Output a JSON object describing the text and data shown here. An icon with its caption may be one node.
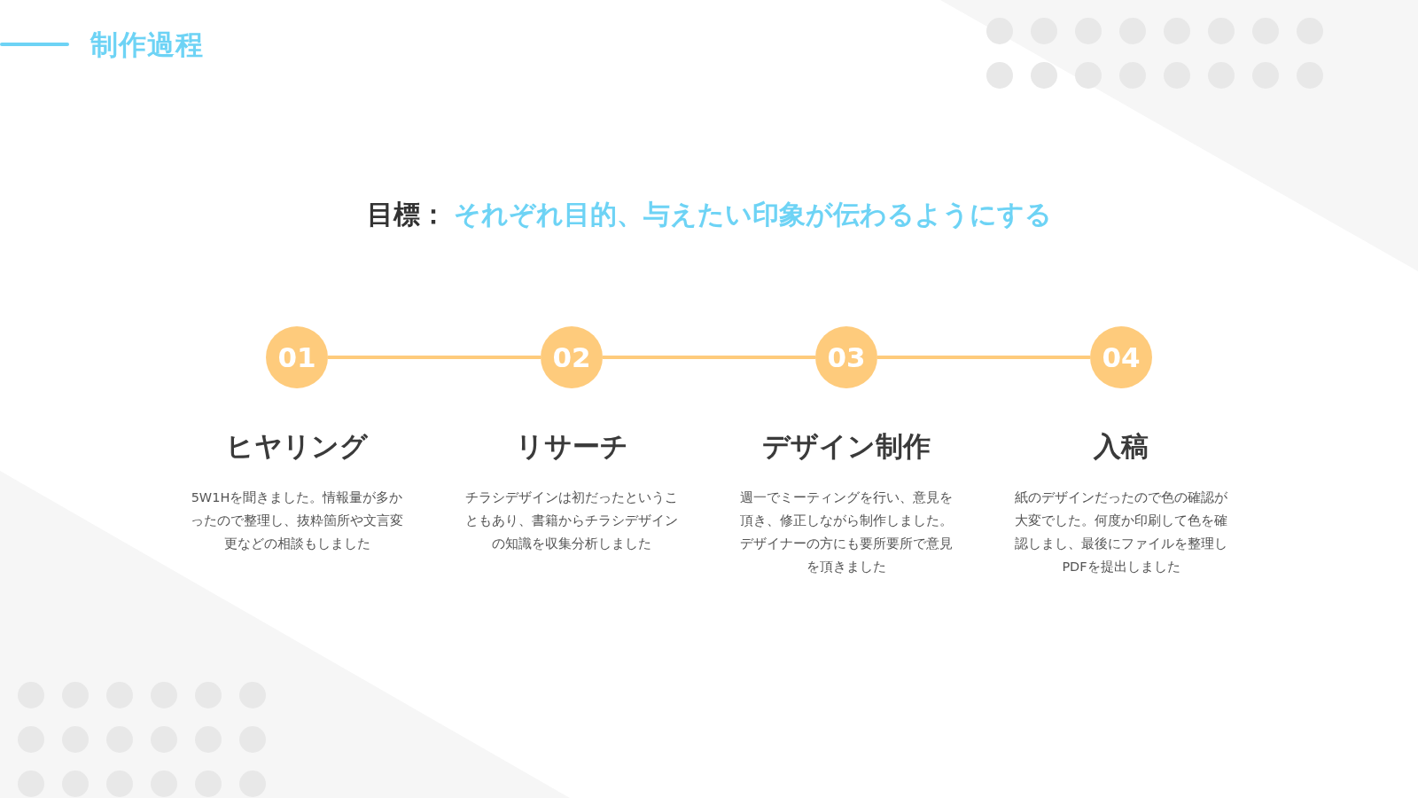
{
  "diagram": {
    "title": "制作過程",
    "nodes": [
      {
        "text": [
          "01"
        ],
        "beside": [
          "ヒヤリング",
          "5W1Hを聞きました。情報量が多かったので整理し、抜粋箇所や文言変更などの相談もしました"
        ]
      },
      {
        "text": [
          "02"
        ],
        "beside": [
          "リサーチ",
          "チラシデザインは初だったということもあり、書籍からチラシデザインの知識を収集分析しました"
        ]
      },
      {
        "text": [
          "03"
        ],
        "beside": [
          "デザイン制作",
          "週一でミーティングを行い、意見を頂き、修正しながら制作しました。デザイナーの方にも要所要所で意見を頂きました"
        ]
      },
      {
        "text": [
          "04"
        ],
        "beside": [
          "入稿",
          "紙のデザインだったので色の確認が大変でした。何度か印刷して色を確認しまし、最後にファイルを整理しPDFを提出しました"
        ]
      }
    ],
    "edges": [
      {
        "from": 0,
        "to": 1,
        "arrow": "none"
      },
      {
        "from": 1,
        "to": 2,
        "arrow": "none"
      },
      {
        "from": 2,
        "to": 3,
        "arrow": "none"
      }
    ],
    "labels": [
      "目標：",
      "それぞれ目的、与えたい印象が伝わるようにする"
    ]
  }
}
